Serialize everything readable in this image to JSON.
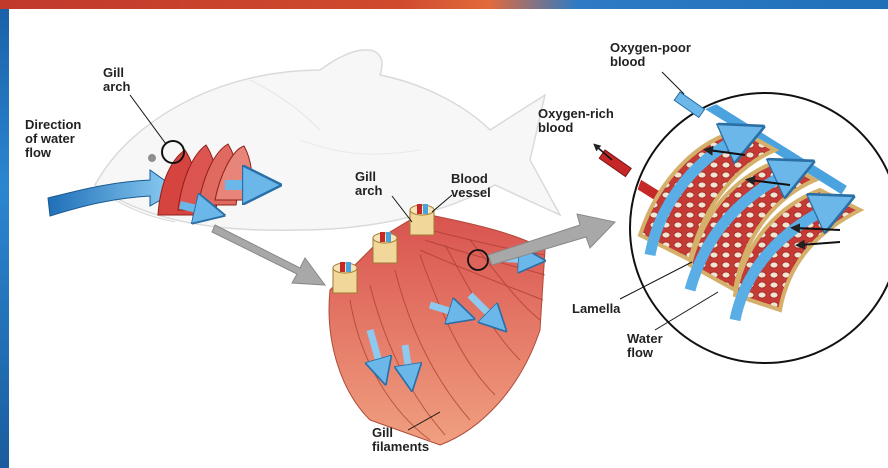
{
  "labels": {
    "gill_arch_top": "Gill\narch",
    "direction_of_water_flow": "Direction\nof water\nflow",
    "gill_arch_mid": "Gill\narch",
    "blood_vessel": "Blood\nvessel",
    "oxygen_poor_blood": "Oxygen-poor\nblood",
    "oxygen_rich_blood": "Oxygen-rich\nblood",
    "lamella": "Lamella",
    "water_flow": "Water\nflow",
    "gill_filaments": "Gill\nfilaments"
  },
  "colors": {
    "water_arrow": "#3b8fd6",
    "gill_tissue": "#d9534f",
    "filament": "#e8876a",
    "oxygen_poor": "#4aa3df",
    "oxygen_rich": "#c62828",
    "arch_cream": "#f1d79a",
    "zoom_arrow": "#9a9a9a"
  }
}
